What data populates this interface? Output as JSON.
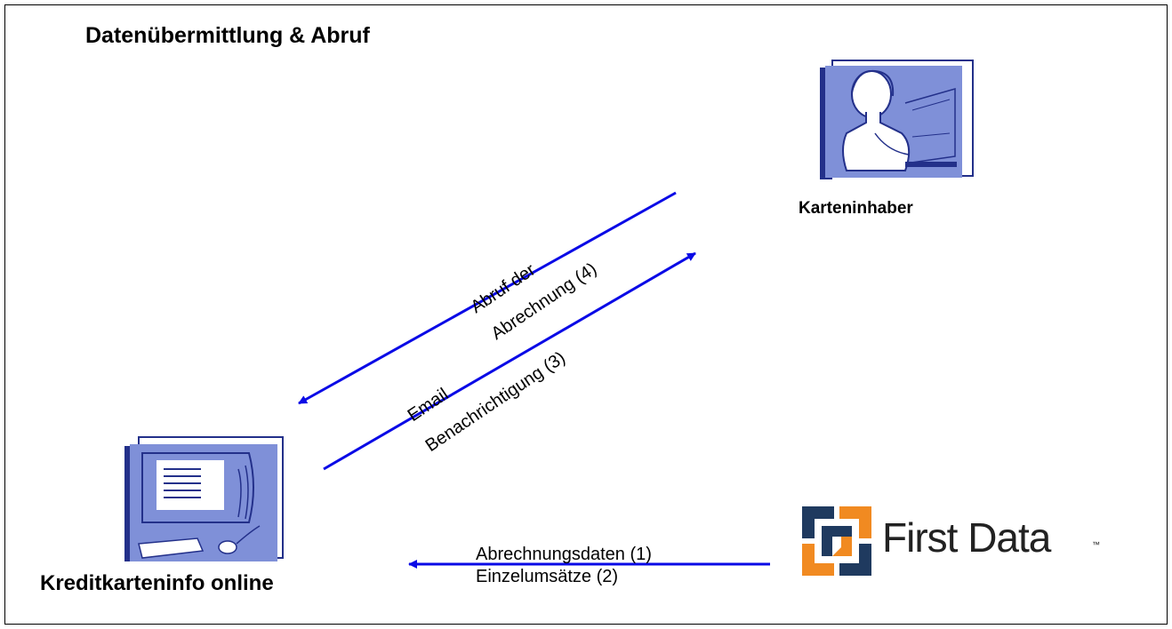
{
  "title": "Datenübermittlung & Abruf",
  "nodes": {
    "cardholder": {
      "label": "Karteninhaber"
    },
    "portal": {
      "label": "Kreditkarteninfo online"
    },
    "provider": {
      "brand": "First Data",
      "tm": "™"
    }
  },
  "flows": {
    "step1": "Abrechnungsdaten (1)",
    "step2": "Einzelumsätze (2)",
    "step3_line1": "Email",
    "step3_line2": "Benachrichtigung (3)",
    "step4_line1": "Abruf der",
    "step4_line2": "Abrechnung (4)"
  },
  "colors": {
    "arrow": "#0a0ae6",
    "icon_fill": "#7f90d8",
    "icon_dark": "#23308a",
    "logo_blue": "#1f3a5f",
    "logo_orange": "#f18a21"
  }
}
